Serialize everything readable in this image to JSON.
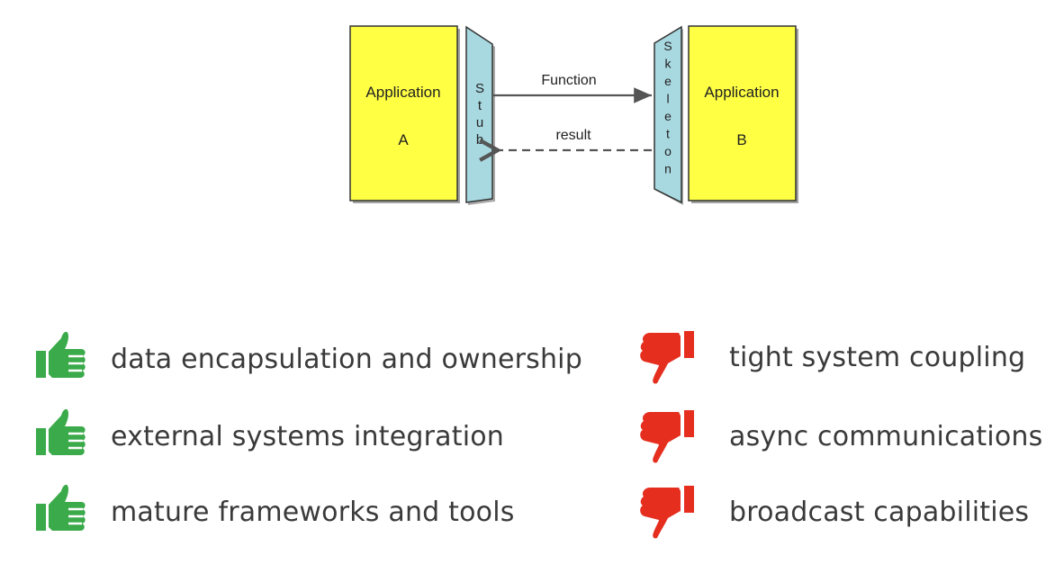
{
  "diagram": {
    "app_a": {
      "title": "Application",
      "letter": "A"
    },
    "app_b": {
      "title": "Application",
      "letter": "B"
    },
    "stub": {
      "label": "Stub"
    },
    "skeleton": {
      "label": "Skeleton"
    },
    "call_arrow": {
      "label": "Function"
    },
    "return_arrow": {
      "label": "result"
    },
    "colors": {
      "app_fill": "#ffff44",
      "proxy_fill": "#a8d8e0",
      "border": "#333333"
    }
  },
  "pros": {
    "icon": "thumbs-up-icon",
    "color": "#3aaa4a",
    "items": [
      "data encapsulation and ownership",
      "external systems integration",
      "mature frameworks and tools"
    ]
  },
  "cons": {
    "icon": "thumbs-down-icon",
    "color": "#e52e1e",
    "items": [
      "tight system coupling",
      "async communications",
      "broadcast capabilities"
    ]
  }
}
